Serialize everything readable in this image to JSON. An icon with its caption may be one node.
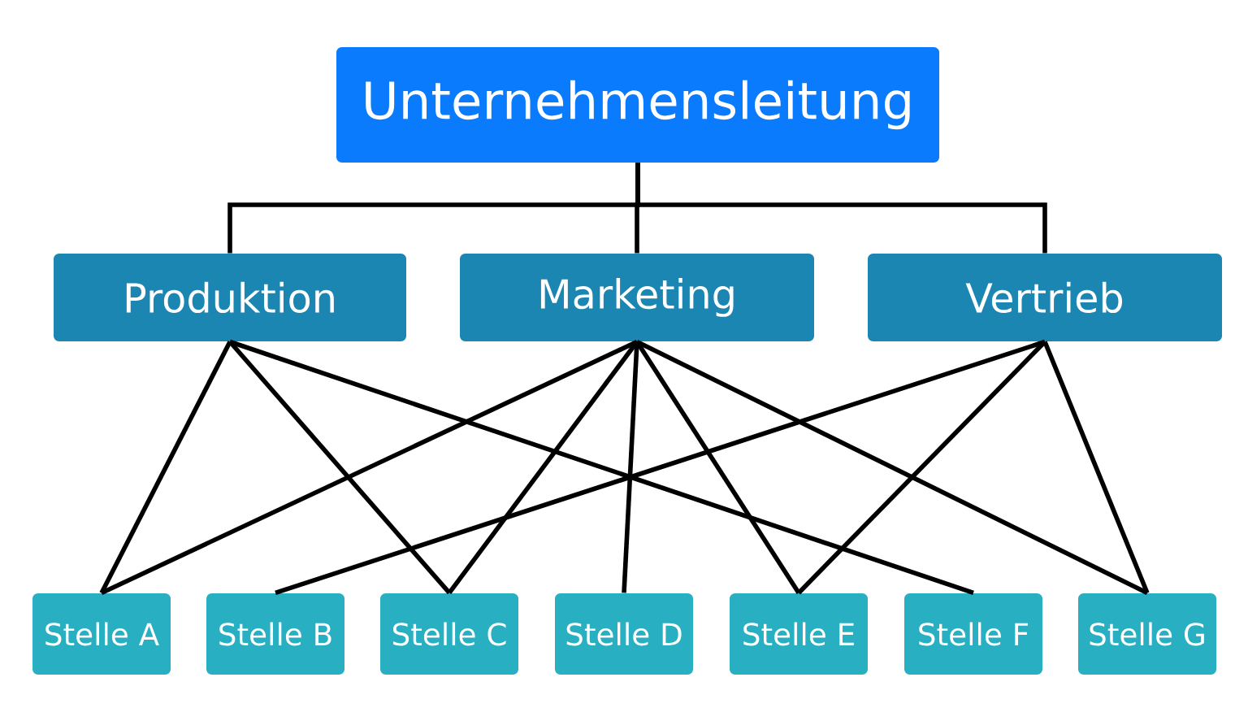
{
  "diagram": {
    "nodes": [
      {
        "text": [
          "Unternehmensleitung"
        ]
      },
      {
        "text": [
          "Produktion"
        ]
      },
      {
        "text": [
          "Marketing"
        ]
      },
      {
        "text": [
          "Vertrieb"
        ]
      },
      {
        "text": [
          "Stelle A"
        ]
      },
      {
        "text": [
          "Stelle B"
        ]
      },
      {
        "text": [
          "Stelle C"
        ]
      },
      {
        "text": [
          "Stelle D"
        ]
      },
      {
        "text": [
          "Stelle E"
        ]
      },
      {
        "text": [
          "Stelle F"
        ]
      },
      {
        "text": [
          "Stelle G"
        ]
      }
    ],
    "edges": [
      {
        "from": 0,
        "to": 1,
        "arrow": "none"
      },
      {
        "from": 0,
        "to": 2,
        "arrow": "none"
      },
      {
        "from": 0,
        "to": 3,
        "arrow": "none"
      },
      {
        "from": 1,
        "to": 4,
        "arrow": "none"
      },
      {
        "from": 1,
        "to": 6,
        "arrow": "none"
      },
      {
        "from": 1,
        "to": 9,
        "arrow": "none"
      },
      {
        "from": 2,
        "to": 4,
        "arrow": "none"
      },
      {
        "from": 2,
        "to": 6,
        "arrow": "none"
      },
      {
        "from": 2,
        "to": 7,
        "arrow": "none"
      },
      {
        "from": 2,
        "to": 8,
        "arrow": "none"
      },
      {
        "from": 2,
        "to": 10,
        "arrow": "none"
      },
      {
        "from": 3,
        "to": 5,
        "arrow": "none"
      },
      {
        "from": 3,
        "to": 8,
        "arrow": "none"
      },
      {
        "from": 3,
        "to": 10,
        "arrow": "none"
      }
    ]
  }
}
